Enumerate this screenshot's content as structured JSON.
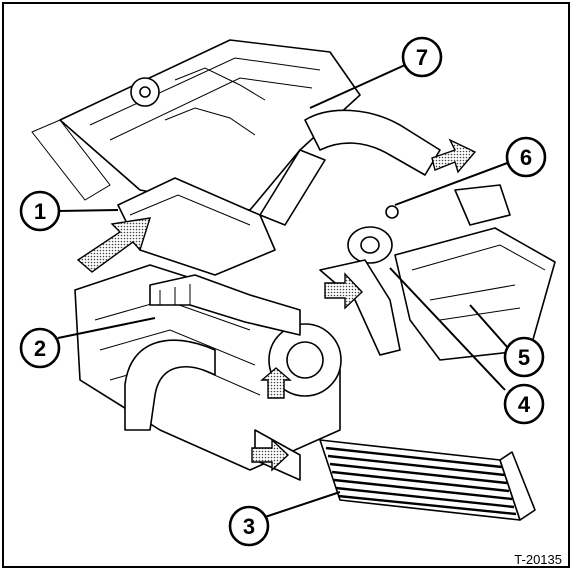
{
  "figure": {
    "reference_code": "T-20135"
  },
  "callouts": [
    {
      "number": "1"
    },
    {
      "number": "2"
    },
    {
      "number": "3"
    },
    {
      "number": "4"
    },
    {
      "number": "5"
    },
    {
      "number": "6"
    },
    {
      "number": "7"
    }
  ],
  "colors": {
    "line": "#000000",
    "background": "#ffffff",
    "arrow_fill": "stippled grey"
  }
}
